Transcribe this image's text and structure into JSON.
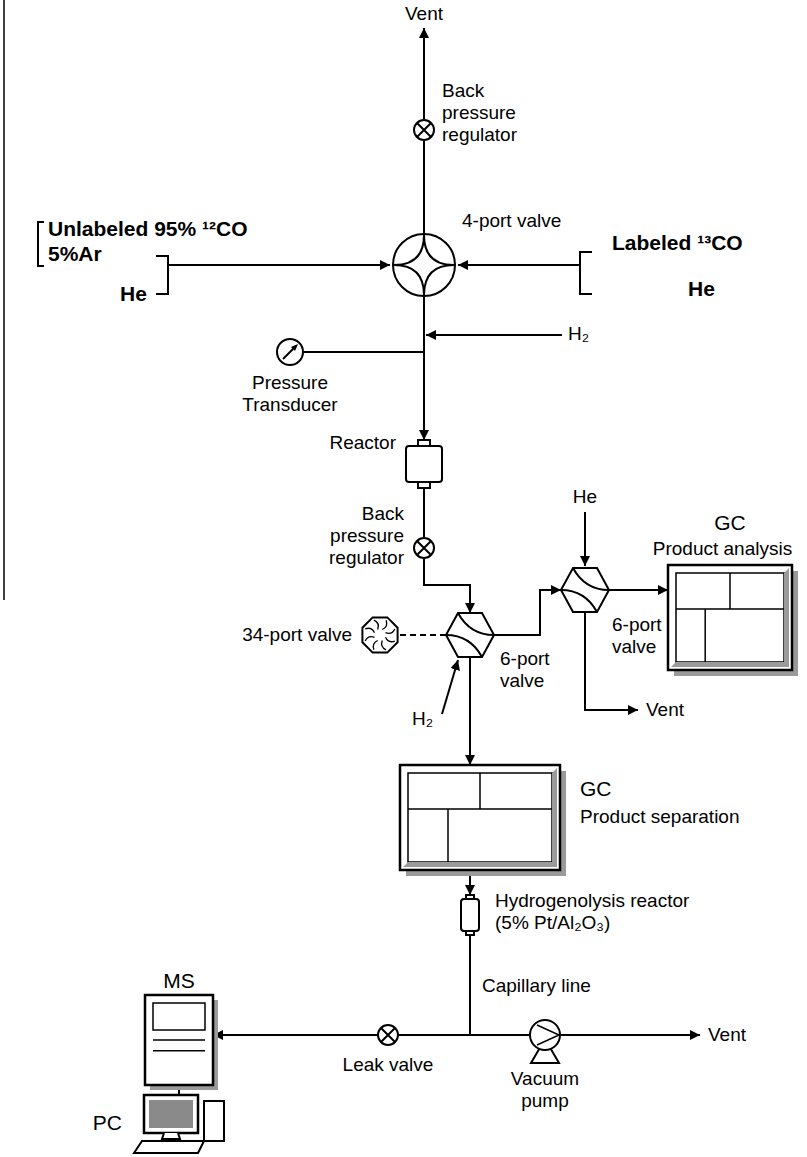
{
  "diagram": {
    "nodes": [
      {
        "text": [
          "4-port valve"
        ]
      },
      {
        "text": [
          "Back pressure regulator"
        ]
      },
      {
        "text": [
          "Pressure Transducer"
        ]
      },
      {
        "text": [
          "Reactor"
        ]
      },
      {
        "text": [
          "Back pressure regulator"
        ]
      },
      {
        "text": [
          "34-port valve"
        ]
      },
      {
        "text": [
          "6-port valve"
        ]
      },
      {
        "text": [
          "6-port valve"
        ]
      },
      {
        "text": [
          "GC",
          "Product analysis"
        ]
      },
      {
        "text": [
          "GC",
          "Product separation"
        ]
      },
      {
        "text": [
          "Hydrogenolysis reactor (5% Pt/Al₂O₃)"
        ]
      },
      {
        "text": [
          "Vacuum pump"
        ]
      },
      {
        "text": [
          "Leak valve"
        ]
      },
      {
        "text": [
          "MS"
        ]
      },
      {
        "text": [
          "PC"
        ]
      }
    ],
    "edges": [
      {
        "from": 0,
        "to": 1,
        "arrow": "none"
      },
      {
        "from": 0,
        "to": 3,
        "arrow": "to"
      },
      {
        "from": 2,
        "to": 0,
        "arrow": "none"
      },
      {
        "from": 3,
        "to": 4,
        "arrow": "none"
      },
      {
        "from": 4,
        "to": 6,
        "arrow": "to"
      },
      {
        "from": 5,
        "to": 6,
        "arrow": "none"
      },
      {
        "from": 6,
        "to": 7,
        "arrow": "to"
      },
      {
        "from": 7,
        "to": 8,
        "arrow": "to"
      },
      {
        "from": 6,
        "to": 9,
        "arrow": "to"
      },
      {
        "from": 9,
        "to": 10,
        "arrow": "to"
      },
      {
        "from": 10,
        "to": 12,
        "arrow": "none"
      },
      {
        "from": 10,
        "to": 11,
        "arrow": "none"
      },
      {
        "from": 12,
        "to": 13,
        "arrow": "to"
      },
      {
        "from": 13,
        "to": 14,
        "arrow": "none"
      }
    ],
    "labels": [
      "Vent",
      "Unlabeled 95% ¹²CO",
      "5%Ar",
      "He",
      "Labeled ¹³CO",
      "He",
      "H₂",
      "He",
      "Vent",
      "H₂",
      "Capillary line",
      "Vent"
    ]
  }
}
